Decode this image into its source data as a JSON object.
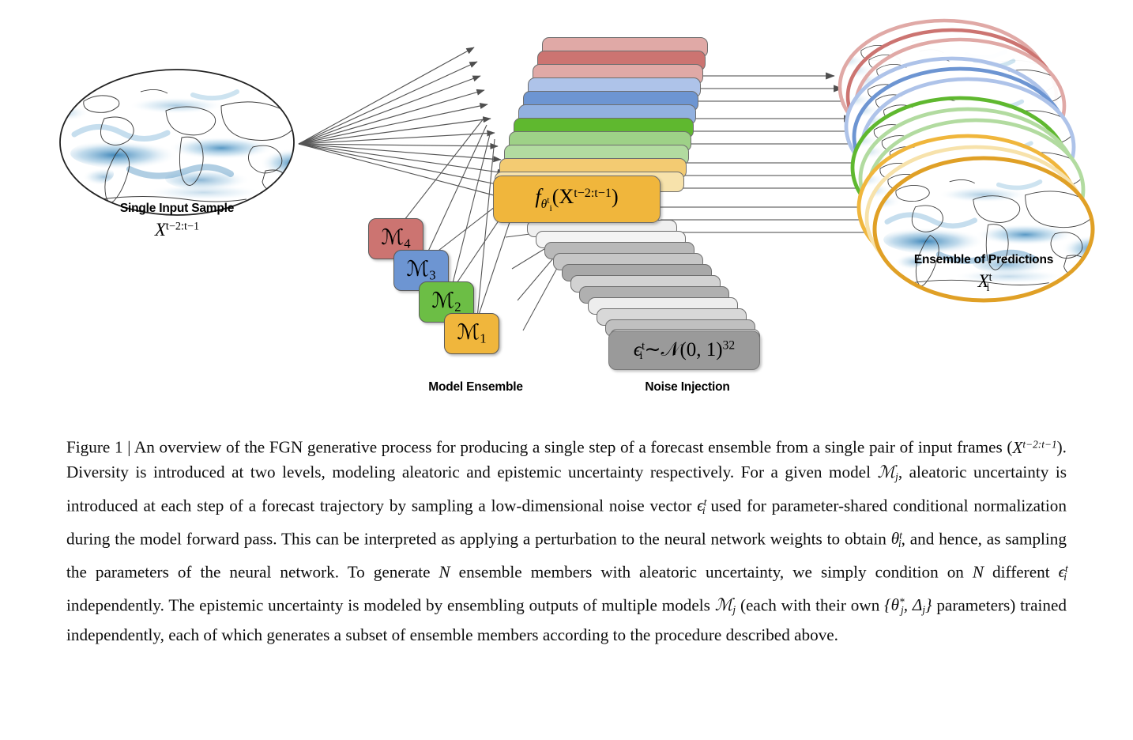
{
  "figure": {
    "input": {
      "label": "Single Input Sample",
      "formula_base": "X",
      "formula_sup": "t−2:t−1"
    },
    "model_ensemble": {
      "label": "Model Ensemble",
      "items": [
        {
          "name": "M4",
          "sub": "4",
          "color": "#cc7471",
          "order": 4
        },
        {
          "name": "M3",
          "sub": "3",
          "color": "#6d95d2",
          "order": 3
        },
        {
          "name": "M2",
          "sub": "2",
          "color": "#6cbe45",
          "order": 2
        },
        {
          "name": "M1",
          "sub": "1",
          "color": "#f0b63c",
          "order": 1
        }
      ],
      "symbol": "ℳ"
    },
    "noise_injection": {
      "label": "Noise Injection",
      "formula": "ϵ",
      "formula_sup": "t",
      "formula_sub": "i",
      "formula_tail": "∼𝒩(0, 1)",
      "formula_pow": "32",
      "stack_count": 12,
      "front_color": "#9a9a9a",
      "light_color": "#efefef",
      "mid_color": "#c2c2c2"
    },
    "function_box": {
      "base": "f",
      "theta": "θ",
      "theta_sup": "t",
      "theta_sub": "i",
      "arg_open": "(X",
      "arg_sup": "t−2:t−1",
      "arg_close": ")",
      "color": "#f0b63c"
    },
    "predictions": {
      "label": "Ensemble of Predictions",
      "formula_base": "X",
      "formula_sup": "t",
      "formula_sub": "i",
      "group_colors": [
        "#cc7471",
        "#6d95d2",
        "#6cbe45",
        "#f0b63c"
      ],
      "members_per_group": 3
    },
    "colors": {
      "red": "#cc7471",
      "red_light": "#e0a9a6",
      "blue": "#6d95d2",
      "blue_light": "#aec3e9",
      "green": "#5fb82f",
      "green_light": "#b2dba0",
      "yellow": "#f0b63c",
      "yellow_light": "#f7e2ab",
      "arrow": "#555555",
      "outline": "#6e6e6e",
      "map_ocean": "#ffffff",
      "map_cloud": "#5b9ec9"
    }
  },
  "caption": {
    "prefix": "Figure 1",
    "separator": " | ",
    "parts": {
      "p1": "An overview of the FGN generative process for producing a single step of a forecast ensemble from a single pair of input frames (",
      "p2": "). Diversity is introduced at two levels, modeling aleatoric and epistemic uncertainty respectively. For a given model ",
      "p3": ", aleatoric uncertainty is introduced at each step of a forecast trajectory by sampling a low-dimensional noise vector ",
      "p4": " used for parameter-shared conditional normalization during the model forward pass. This can be interpreted as applying a perturbation to the neural network weights to obtain ",
      "p5": ", and hence, as sampling the parameters of the neural network. To generate ",
      "p6": " ensemble members with aleatoric uncertainty, we simply condition on ",
      "p7": " different ",
      "p8": " independently. The epistemic uncertainty is modeled by ensembling outputs of multiple models ",
      "p9": " (each with their own ",
      "p10": " parameters) trained independently, each of which generates a subset of ensemble members according to the procedure described above."
    },
    "math": {
      "X_frames": "X",
      "X_frames_sup": "t−2:t−1",
      "M_j": "ℳ",
      "M_j_sub": "j",
      "eps": "ϵ",
      "eps_sup": "t",
      "eps_sub": "i",
      "theta": "θ",
      "theta_sup": "t",
      "theta_sub": "i",
      "N": "N",
      "params_open": "{",
      "params_theta": "θ",
      "params_theta_sup": "*",
      "params_theta_sub": "j",
      "params_comma": ", ",
      "params_delta": "Δ",
      "params_delta_sub": "j",
      "params_close": "}"
    }
  }
}
